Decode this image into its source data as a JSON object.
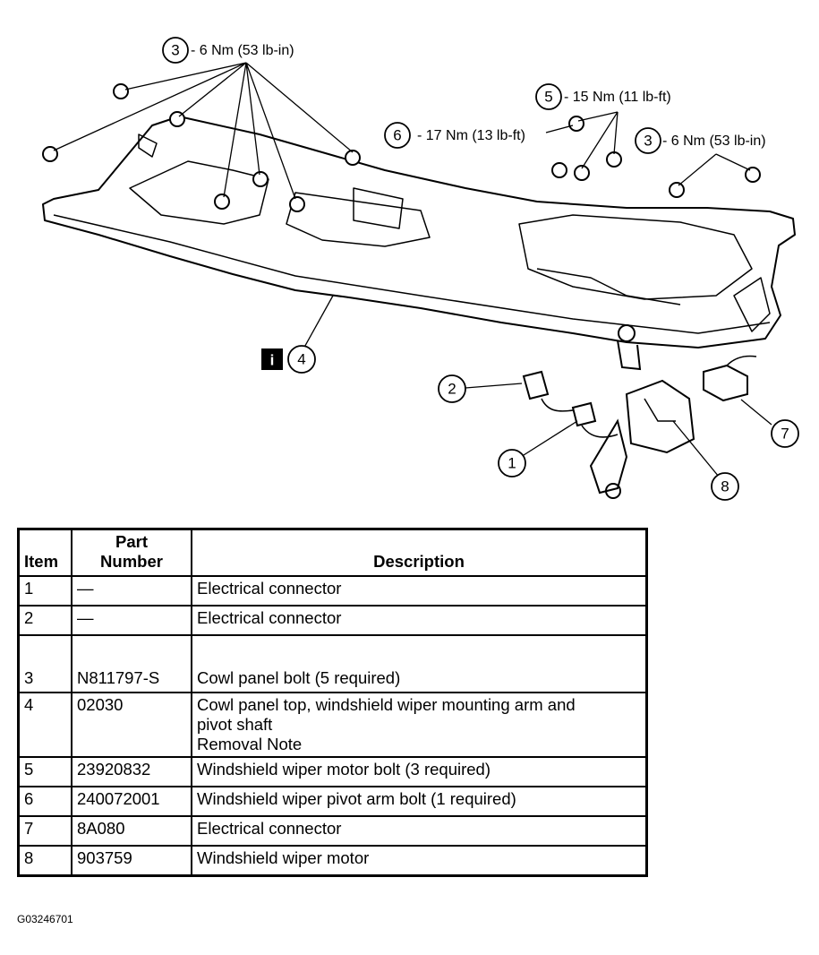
{
  "diagram": {
    "callouts": [
      {
        "num": "3",
        "torque": "6 Nm (53 lb-in)"
      },
      {
        "num": "5",
        "torque": "15 Nm (11 lb-ft)"
      },
      {
        "num": "6",
        "torque": "17 Nm (13 lb-ft)"
      },
      {
        "num": "3",
        "torque": "6 Nm (53 lb-in)"
      },
      {
        "num": "4",
        "torque": ""
      },
      {
        "num": "2",
        "torque": ""
      },
      {
        "num": "1",
        "torque": ""
      },
      {
        "num": "7",
        "torque": ""
      },
      {
        "num": "8",
        "torque": ""
      }
    ],
    "info_icon": "i"
  },
  "table": {
    "headers": {
      "item": "Item",
      "part_number_line1": "Part",
      "part_number_line2": "Number",
      "description": "Description"
    },
    "rows": [
      {
        "item": "1",
        "part": "—",
        "desc": [
          "Electrical connector"
        ]
      },
      {
        "item": "2",
        "part": "—",
        "desc": [
          "Electrical connector"
        ]
      },
      {
        "item": "3",
        "part": "N811797-S",
        "desc": [
          "Cowl panel bolt (5 required)"
        ]
      },
      {
        "item": "4",
        "part": "02030",
        "desc": [
          "Cowl panel top, windshield wiper mounting arm and",
          "pivot shaft",
          "Removal Note"
        ]
      },
      {
        "item": "5",
        "part": "23920832",
        "desc": [
          "Windshield wiper motor bolt (3 required)"
        ]
      },
      {
        "item": "6",
        "part": "240072001",
        "desc": [
          "Windshield wiper pivot arm bolt (1 required)"
        ]
      },
      {
        "item": "7",
        "part": "8A080",
        "desc": [
          "Electrical connector"
        ]
      },
      {
        "item": "8",
        "part": "903759",
        "desc": [
          "Windshield wiper motor"
        ]
      }
    ]
  },
  "figure_id": "G03246701"
}
